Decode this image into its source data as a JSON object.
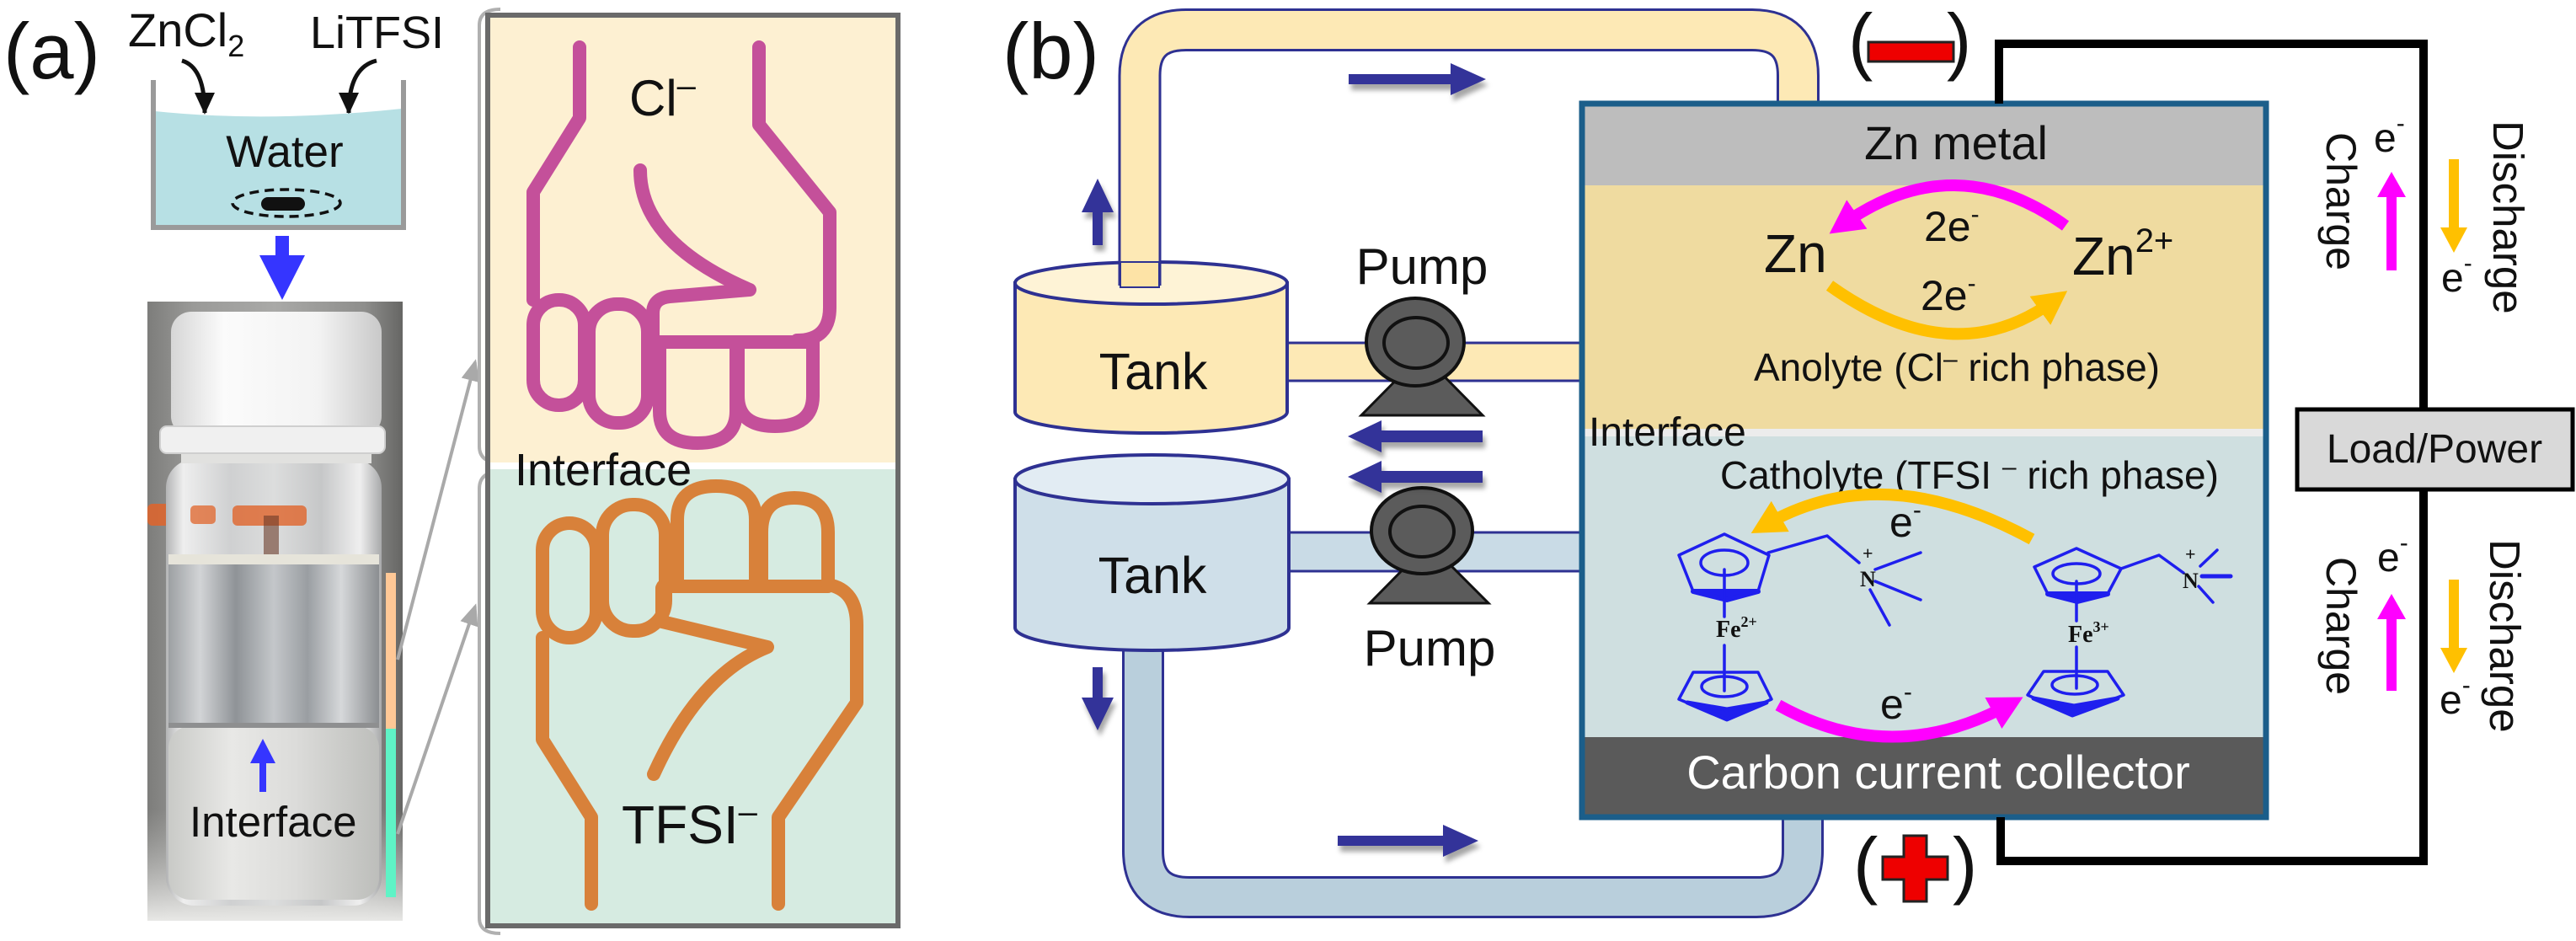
{
  "panel_a": {
    "label": "(a)",
    "reagents": [
      {
        "base": "ZnCl",
        "sub": "2"
      },
      {
        "base": "LiTFSI",
        "sub": ""
      }
    ],
    "beaker_label": "Water",
    "vial_interface_label": "Interface",
    "top_phase_ion": {
      "base": "Cl",
      "sup": "–"
    },
    "bottom_phase_ion": {
      "base": "TFSI",
      "sup": "–"
    },
    "interface_label": "Interface",
    "colors": {
      "water": "#b7e0e4",
      "process_arrow": "#3535ff",
      "top_phase": "#fdf0d2",
      "bottom_phase": "#d6ebe1",
      "top_hand": "#c4509a",
      "bottom_hand": "#d8813a",
      "top_phase_bar": "#ffc896",
      "bottom_phase_bar": "#5ff3c6"
    }
  },
  "panel_b": {
    "label": "(b)",
    "tanks": [
      {
        "label": "Tank"
      },
      {
        "label": "Tank"
      }
    ],
    "pumps": [
      {
        "label": "Pump"
      },
      {
        "label": "Pump"
      }
    ],
    "cell": {
      "negative_electrode": "Zn metal",
      "positive_electrode": "Carbon current collector",
      "interface_label": "Interface",
      "anolyte": {
        "before": "Anolyte (Cl",
        "sup": "–",
        "after": " rich phase)"
      },
      "catholyte": {
        "before": "Catholyte (TFSI ",
        "sup": "–",
        "after": " rich phase)"
      },
      "anode_reaction": {
        "reduced": "Zn",
        "oxidized": {
          "base": "Zn",
          "sup": "2+"
        },
        "charge_electrons": {
          "base": "2e",
          "sup": "-"
        },
        "discharge_electrons": {
          "base": "2e",
          "sup": "-"
        }
      },
      "cathode_reaction": {
        "discharge_electron": {
          "base": "e",
          "sup": "-"
        },
        "charge_electron": {
          "base": "e",
          "sup": "-"
        },
        "reduced_center": {
          "base": "Fe",
          "sup": "2+"
        },
        "oxidized_center": {
          "base": "Fe",
          "sup": "3+"
        },
        "ammonium": {
          "base": "N",
          "sup": "+"
        }
      }
    },
    "terminals": {
      "negative": {
        "open": "(",
        "close": ")",
        "symbol": "minus"
      },
      "positive": {
        "open": "(",
        "close": ")",
        "symbol": "plus"
      }
    },
    "load_label": "Load/Power",
    "circuit_annotations": [
      {
        "charge": "Charge",
        "discharge": "Discharge",
        "electron": {
          "base": "e",
          "sup": "-"
        }
      },
      {
        "charge": "Charge",
        "discharge": "Discharge",
        "electron": {
          "base": "e",
          "sup": "-"
        }
      }
    ],
    "colors": {
      "anolyte_pipe": "#fde9b5",
      "catholyte_pipe": "#b9cfdc",
      "pipe_outline": "#2e3192",
      "flow_arrow": "#333399",
      "cell_border": "#1b5e8a",
      "zn_metal": "#bdbdbd",
      "anolyte": "#efdba0",
      "interface": "#ececec",
      "catholyte": "#cfdfe0",
      "carbon": "#5a5a5a",
      "charge_arrow": "#ff00ff",
      "discharge_arrow": "#ffc000",
      "terminal_red": "#ee0000",
      "molecule": "#1f1fee",
      "load_box": "#d9d9d9"
    }
  }
}
